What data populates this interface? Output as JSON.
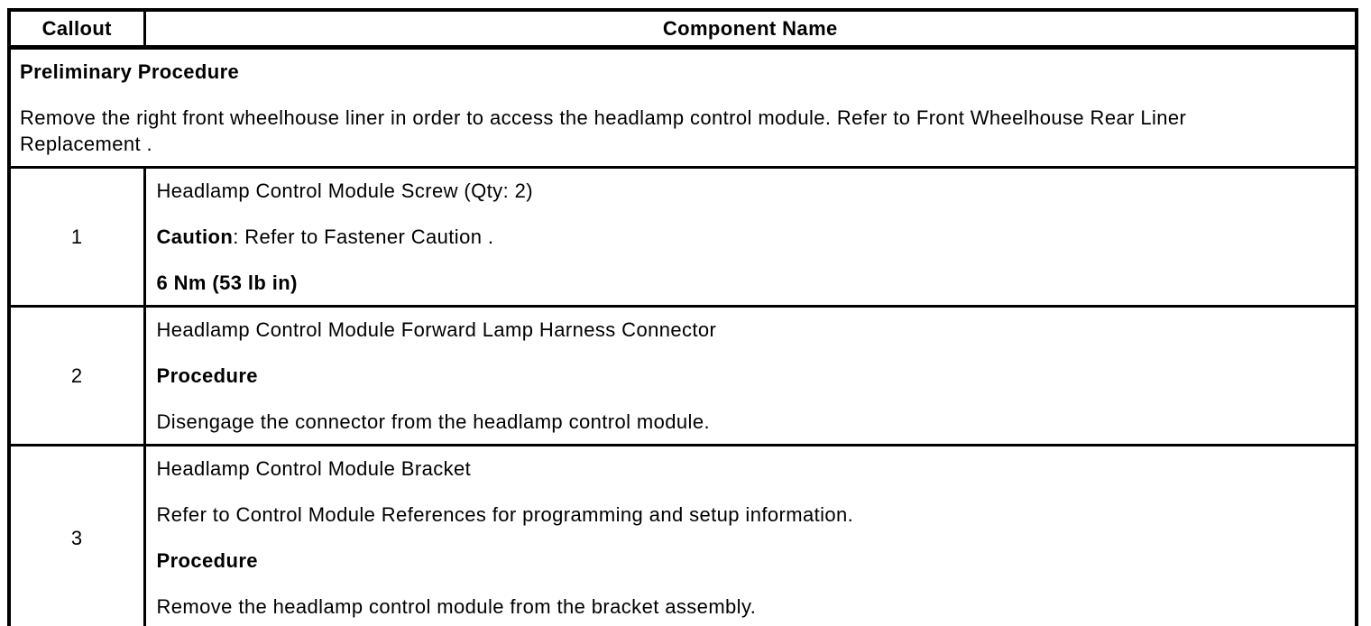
{
  "page": {
    "background_color": "#ffffff",
    "border_color": "#000000",
    "text_color": "#000000"
  },
  "table": {
    "header": {
      "callout": "Callout",
      "component_name": "Component Name"
    },
    "preliminary": {
      "title": "Preliminary Procedure",
      "line1": "Remove the right front wheelhouse liner in order to access the headlamp control module. Refer to Front Wheelhouse Rear Liner",
      "line2": "Replacement ."
    },
    "rows": [
      {
        "callout": "1",
        "name": "Headlamp Control Module Screw (Qty: 2)",
        "caution_label": "Caution",
        "caution_text": ": Refer to Fastener Caution .",
        "torque": "6 Nm (53 lb in)"
      },
      {
        "callout": "2",
        "name": "Headlamp Control Module Forward Lamp Harness Connector",
        "procedure_label": "Procedure",
        "procedure_text": "Disengage the connector from the headlamp control module."
      },
      {
        "callout": "3",
        "name": "Headlamp Control Module Bracket",
        "reference_text": "Refer to Control Module References for programming and setup information.",
        "procedure_label": "Procedure",
        "procedure_text": "Remove the headlamp control module from the bracket assembly."
      }
    ]
  }
}
